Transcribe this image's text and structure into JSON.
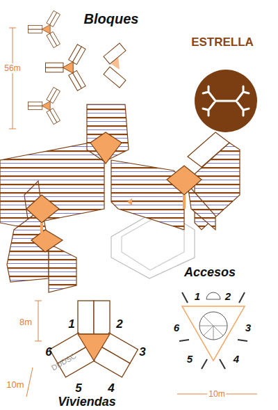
{
  "diagram": {
    "labels": [
      "Bloques",
      "ESTRELLA",
      "56m",
      "Accesos",
      "1",
      "2",
      "6",
      "3",
      "5",
      "4",
      "10m",
      "8m",
      "1",
      "2",
      "6",
      "3",
      "DDDSC",
      "10m",
      "5",
      "4",
      "Viviendas"
    ]
  }
}
